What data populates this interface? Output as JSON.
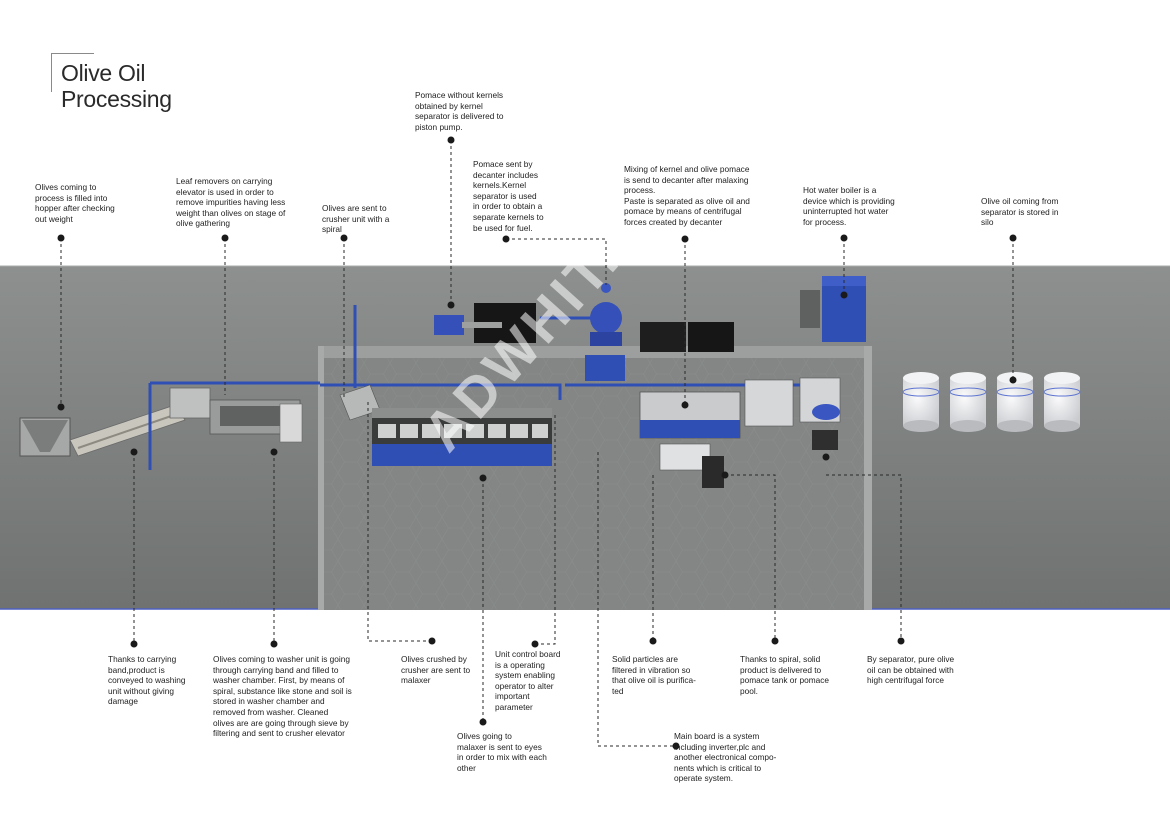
{
  "title": {
    "line1": "Olive Oil",
    "line2": "Processing"
  },
  "watermark": "ADWHIT.COM",
  "notes": {
    "pomace_piston": "Pomace without kernels\nobtained by kernel\nseparator is delivered to\npiston pump.",
    "pomace_decanter": "Pomace sent by\ndecanter includes\nkernels.Kernel\nseparator is used\nin order to obtain a\nseparate kernels to\nbe used for fuel.",
    "mixing": "Mixing of kernel and olive pomace\nis send to decanter after malaxing\nprocess.\nPaste is separated as olive oil and\npomace by means of centrifugal\nforces created by decanter",
    "boiler": "Hot water boiler is a\ndevice which is providing\nuninterrupted hot water\nfor process.",
    "silo": "Olive oil coming from\nseparator is stored in\nsilo",
    "hopper": "Olives coming to\nprocess is filled into\nhopper after checking\nout weight",
    "leaf": "Leaf removers on carrying\nelevator is used in order to\nremove impurities having less\nweight than olives on stage of\nolive gathering",
    "crusher_spiral": "Olives are sent to\ncrusher unit with a\nspiral",
    "band": "Thanks to carrying\nband,product is\nconveyed to washing\nunit without giving\ndamage",
    "washer": "Olives coming to washer unit is going\nthrough carrying band and filled to\nwasher chamber. First, by means of\nspiral, substance like stone and soil is\nstored in washer chamber and\nremoved from washer. Cleaned\nolives are are going through sieve by\nfiltering and sent to crusher elevator",
    "crushed": "Olives crushed by\ncrusher are sent to\nmalaxer",
    "control_board": "Unit control board\nis a operating\nsystem enabling\noperator to alter\nimportant\nparameter",
    "malaxer": "Olives going to\nmalaxer is sent to eyes\nin order to mix with each\nother",
    "solid": "Solid particles are\nfiltered in vibration so\nthat olive oil is purifica-\nted",
    "spiral_pomace": "Thanks to spiral, solid\nproduct is delivered to\npomace tank or pomace\npool.",
    "separator": "By separator, pure olive\noil can be obtained with\nhigh centrifugal force",
    "main_board": "Main board is a system\nincluding inverter,plc and\nanother electronical compo-\nnents which is critical to\noperate system."
  },
  "colors": {
    "floor": "#7b7e7d",
    "machine_blue": "#2f4fb5",
    "panel_dark": "#1a1a1a",
    "silo_white": "#e6e7e9"
  }
}
